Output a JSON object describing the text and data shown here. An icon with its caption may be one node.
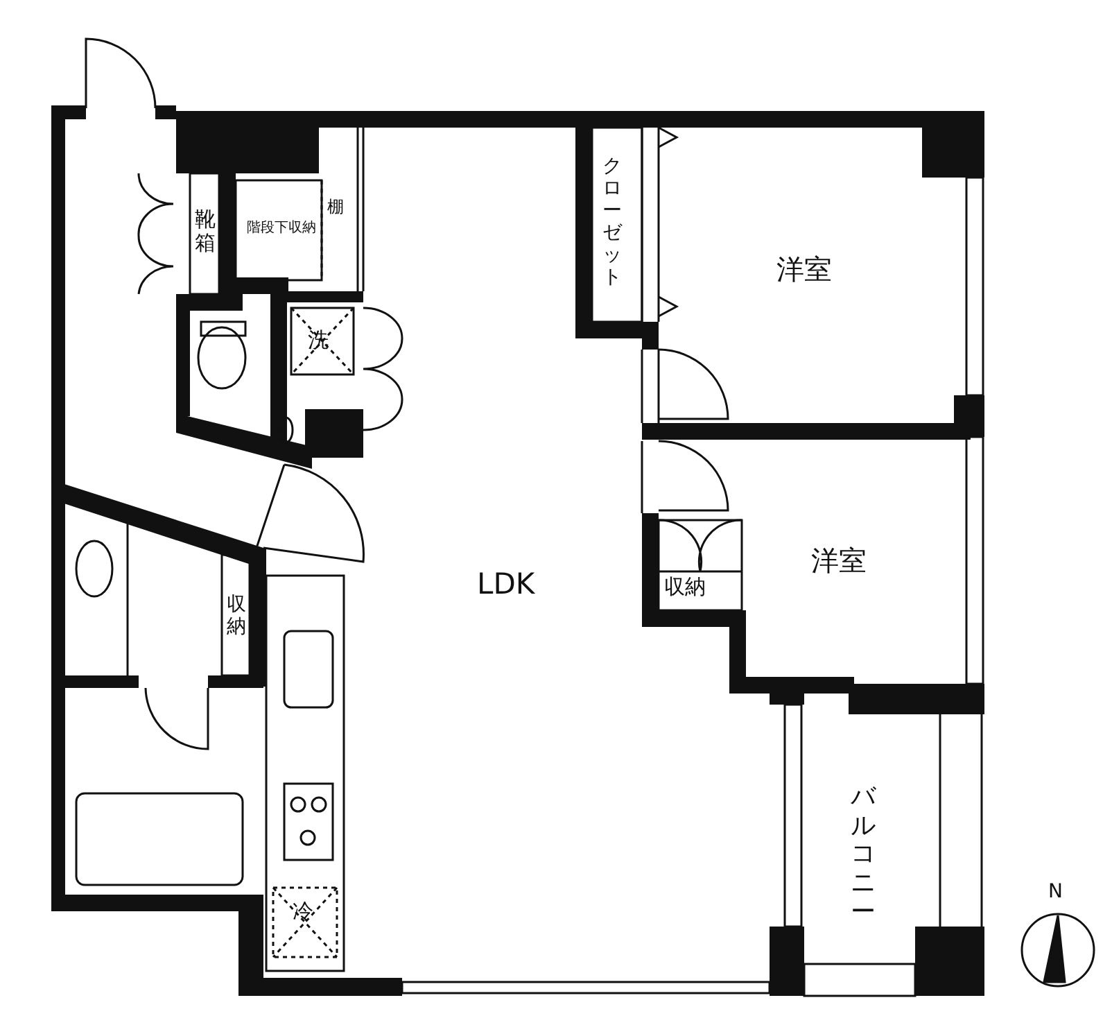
{
  "diagram": {
    "labels": [
      "靴箱",
      "階段下収納",
      "棚",
      "洗",
      "クローゼット",
      "洋室",
      "洋室",
      "収納",
      "LDK",
      "収納",
      "冷",
      "バルコニー",
      "N"
    ]
  }
}
